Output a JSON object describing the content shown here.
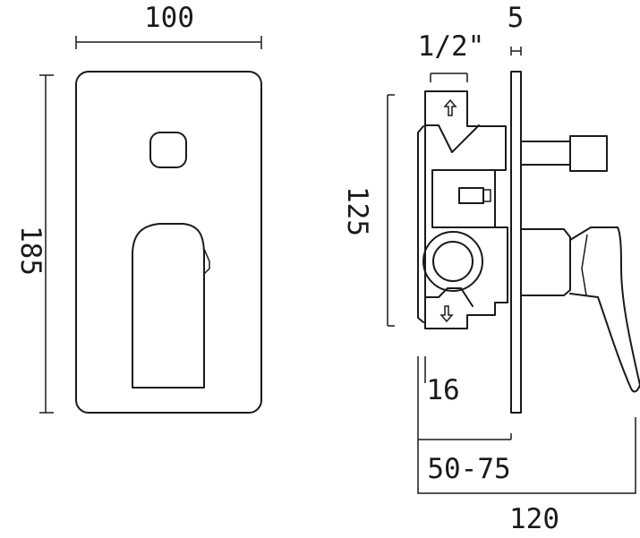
{
  "dimensions": {
    "front_width": "100",
    "front_height": "185",
    "plate_thickness": "5",
    "pipe_thread": "1/2\"",
    "body_height": "125",
    "body_offset": "16",
    "wall_depth": "50-75",
    "overall_depth": "120"
  },
  "colors": {
    "line": "#1a1a1a",
    "background": "#ffffff"
  }
}
